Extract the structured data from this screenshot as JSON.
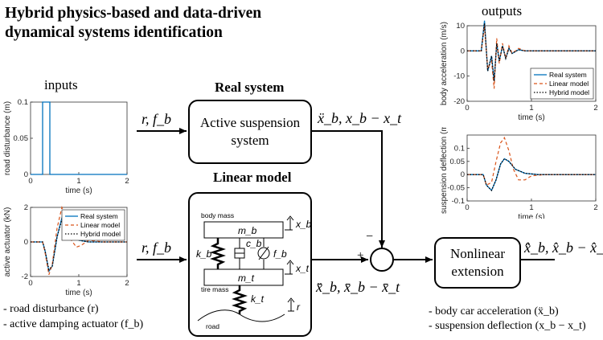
{
  "title_line1": "Hybrid physics-based and data-driven",
  "title_line2": "dynamical systems identification",
  "labels": {
    "inputs": "inputs",
    "outputs": "outputs",
    "real_system": "Real system",
    "linear_model": "Linear model"
  },
  "blocks": {
    "active_suspension_line1": "Active suspension",
    "active_suspension_line2": "system",
    "nonlinear_line1": "Nonlinear",
    "nonlinear_line2": "extension"
  },
  "signals": {
    "input_top": "r, f_b",
    "input_bottom": "r, f_b",
    "real_output": "ẍ_b, x_b − x_t",
    "linear_output": "x̄̈_b, x̄_b − x̄_t",
    "hybrid_output": "x̂̈_b, x̂_b − x̂_t",
    "sum_plus": "+",
    "sum_minus": "−"
  },
  "linear_model_diagram": {
    "body_mass": "body mass",
    "tire_mass": "tire mass",
    "road": "road",
    "m_b": "m_b",
    "m_t": "m_t",
    "k_b": "k_b",
    "k_t": "k_t",
    "c_b": "c_b",
    "f_b": "f_b",
    "x_b": "x_b",
    "x_t": "x_t",
    "r": "r"
  },
  "input_notes": [
    "- road disturbance (r)",
    "- active damping actuator (f_b)"
  ],
  "output_notes": [
    "- body car acceleration (ẍ_b)",
    "- suspension deflection (x_b − x_t)"
  ],
  "colors": {
    "real_system": "#0072BD",
    "linear_model": "#D95319",
    "hybrid_model": "#000000"
  },
  "chart_data": [
    {
      "type": "line",
      "name": "road-disturbance",
      "xlabel": "time (s)",
      "ylabel": "road disturbance (m)",
      "xlim": [
        0,
        2
      ],
      "ylim": [
        0,
        0.1
      ],
      "xticks": [
        0,
        1,
        2
      ],
      "yticks": [
        0,
        0.05,
        0.1
      ],
      "series": [
        {
          "x": [
            0,
            0.25,
            0.25,
            0.4,
            0.4,
            2
          ],
          "y": [
            0,
            0,
            0.1,
            0.1,
            0,
            0
          ]
        }
      ]
    },
    {
      "type": "line",
      "name": "active-actuator",
      "xlabel": "time (s)",
      "ylabel": "active actuator (kN)",
      "xlim": [
        0,
        2
      ],
      "ylim": [
        -2,
        2
      ],
      "xticks": [
        0,
        1,
        2
      ],
      "yticks": [
        -2,
        0,
        2
      ],
      "legend": [
        "Real system",
        "Linear model",
        "Hybrid model"
      ],
      "legend_position": "top-right",
      "series": [
        {
          "name": "Real system",
          "x": [
            0,
            0.25,
            0.3,
            0.38,
            0.45,
            0.55,
            0.65,
            0.75,
            0.85,
            1.0,
            1.2,
            1.5,
            2
          ],
          "y": [
            0,
            0,
            -0.5,
            -1.7,
            -1.4,
            0.3,
            1.4,
            0.9,
            0.3,
            0.1,
            0,
            0,
            0
          ]
        },
        {
          "name": "Linear model",
          "x": [
            0,
            0.25,
            0.3,
            0.38,
            0.45,
            0.55,
            0.65,
            0.72,
            0.82,
            0.95,
            1.05,
            1.2,
            1.5,
            2
          ],
          "y": [
            0,
            0,
            -0.6,
            -1.9,
            -1.3,
            0.8,
            2.0,
            1.5,
            0.2,
            -0.3,
            -0.2,
            0.1,
            0,
            0
          ]
        },
        {
          "name": "Hybrid model",
          "x": [
            0,
            0.25,
            0.3,
            0.38,
            0.45,
            0.55,
            0.65,
            0.75,
            0.85,
            1.0,
            1.2,
            1.5,
            2
          ],
          "y": [
            0,
            0,
            -0.5,
            -1.6,
            -1.4,
            0.3,
            1.3,
            0.9,
            0.3,
            0.1,
            0,
            0,
            0
          ]
        }
      ]
    },
    {
      "type": "line",
      "name": "body-acceleration",
      "xlabel": "time (s)",
      "ylabel": "body acceleration (m/s)",
      "xlim": [
        0,
        2
      ],
      "ylim": [
        -20,
        10
      ],
      "xticks": [
        0,
        1,
        2
      ],
      "yticks": [
        -20,
        -10,
        0,
        10
      ],
      "legend": [
        "Real system",
        "Linear model",
        "Hybrid model"
      ],
      "legend_position": "bottom-right",
      "series": [
        {
          "name": "Real system",
          "x": [
            0,
            0.22,
            0.27,
            0.32,
            0.38,
            0.42,
            0.46,
            0.5,
            0.55,
            0.6,
            0.65,
            0.7,
            0.8,
            0.9,
            1.0,
            1.2,
            2
          ],
          "y": [
            0,
            0,
            12,
            -8,
            -2,
            -12,
            3,
            -4,
            2,
            -3,
            1,
            -1,
            0.5,
            0,
            0,
            0,
            0
          ]
        },
        {
          "name": "Linear model",
          "x": [
            0,
            0.22,
            0.27,
            0.32,
            0.38,
            0.42,
            0.46,
            0.5,
            0.55,
            0.6,
            0.65,
            0.7,
            0.8,
            0.9,
            1.0,
            1.2,
            2
          ],
          "y": [
            0,
            0,
            10,
            -7,
            -4,
            -15,
            5,
            -5,
            3,
            -3,
            2,
            -1,
            1,
            0,
            0,
            0,
            0
          ]
        },
        {
          "name": "Hybrid model",
          "x": [
            0,
            0.22,
            0.27,
            0.32,
            0.38,
            0.42,
            0.46,
            0.5,
            0.55,
            0.6,
            0.65,
            0.7,
            0.8,
            0.9,
            1.0,
            1.2,
            2
          ],
          "y": [
            0,
            0,
            11,
            -8,
            -2,
            -12,
            3,
            -4,
            2,
            -3,
            1,
            -1,
            0.5,
            0,
            0,
            0,
            0
          ]
        }
      ]
    },
    {
      "type": "line",
      "name": "suspension-deflection",
      "xlabel": "time (s)",
      "ylabel": "suspension deflection (m)",
      "xlim": [
        0,
        2
      ],
      "ylim": [
        -0.1,
        0.15
      ],
      "xticks": [
        0,
        1,
        2
      ],
      "yticks": [
        -0.1,
        -0.05,
        0,
        0.05,
        0.1
      ],
      "series": [
        {
          "name": "Real system",
          "x": [
            0,
            0.25,
            0.3,
            0.38,
            0.45,
            0.52,
            0.58,
            0.65,
            0.75,
            0.9,
            1.1,
            1.4,
            2
          ],
          "y": [
            0,
            0,
            -0.04,
            -0.06,
            -0.02,
            0.04,
            0.06,
            0.05,
            0.02,
            0.005,
            0,
            0,
            0
          ]
        },
        {
          "name": "Linear model",
          "x": [
            0,
            0.25,
            0.3,
            0.38,
            0.45,
            0.52,
            0.58,
            0.65,
            0.72,
            0.8,
            0.9,
            1.0,
            1.2,
            1.5,
            2
          ],
          "y": [
            0,
            0,
            -0.04,
            -0.03,
            0.05,
            0.12,
            0.14,
            0.09,
            0.02,
            -0.02,
            -0.02,
            -0.005,
            0,
            0,
            0
          ]
        },
        {
          "name": "Hybrid model",
          "x": [
            0,
            0.25,
            0.3,
            0.38,
            0.45,
            0.52,
            0.58,
            0.65,
            0.75,
            0.9,
            1.1,
            1.4,
            2
          ],
          "y": [
            0,
            0,
            -0.04,
            -0.06,
            -0.02,
            0.04,
            0.06,
            0.05,
            0.02,
            0.005,
            0,
            0,
            0
          ]
        }
      ]
    }
  ]
}
